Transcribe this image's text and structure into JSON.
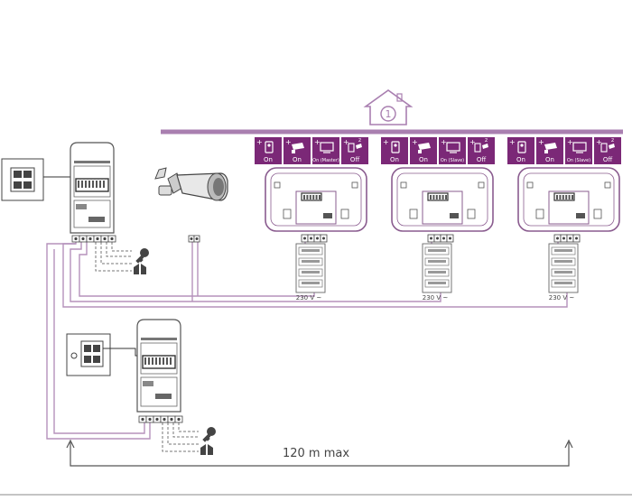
{
  "house_number": "1",
  "distance_label": "120 m max",
  "colors": {
    "purple": "#7b2877",
    "wire": "#a97fb0",
    "outline": "#8a5c8f",
    "grey": "#555555",
    "bg": "#ffffff"
  },
  "monitors": [
    {
      "voltage": "230 V ~",
      "buttons": [
        {
          "icon": "door-station-icon",
          "label": "On"
        },
        {
          "icon": "camera-icon",
          "label": "On"
        },
        {
          "icon": "monitor-icon",
          "label": "On (Master)"
        },
        {
          "icon": "sleep-icon",
          "label": "Off"
        }
      ]
    },
    {
      "voltage": "230 V ~",
      "buttons": [
        {
          "icon": "door-station-icon",
          "label": "On"
        },
        {
          "icon": "camera-icon",
          "label": "On"
        },
        {
          "icon": "monitor-icon",
          "label": "On (Slave)"
        },
        {
          "icon": "sleep-icon",
          "label": "Off"
        }
      ]
    },
    {
      "voltage": "230 V ~",
      "buttons": [
        {
          "icon": "door-station-icon",
          "label": "On"
        },
        {
          "icon": "camera-icon",
          "label": "On"
        },
        {
          "icon": "monitor-icon",
          "label": "On (Slave)"
        },
        {
          "icon": "sleep-icon",
          "label": "Off"
        }
      ]
    }
  ],
  "devices": {
    "camera_icon": "bullet-camera-icon",
    "lock_icon": "key-icon",
    "gate_icon": "gate-icon"
  }
}
